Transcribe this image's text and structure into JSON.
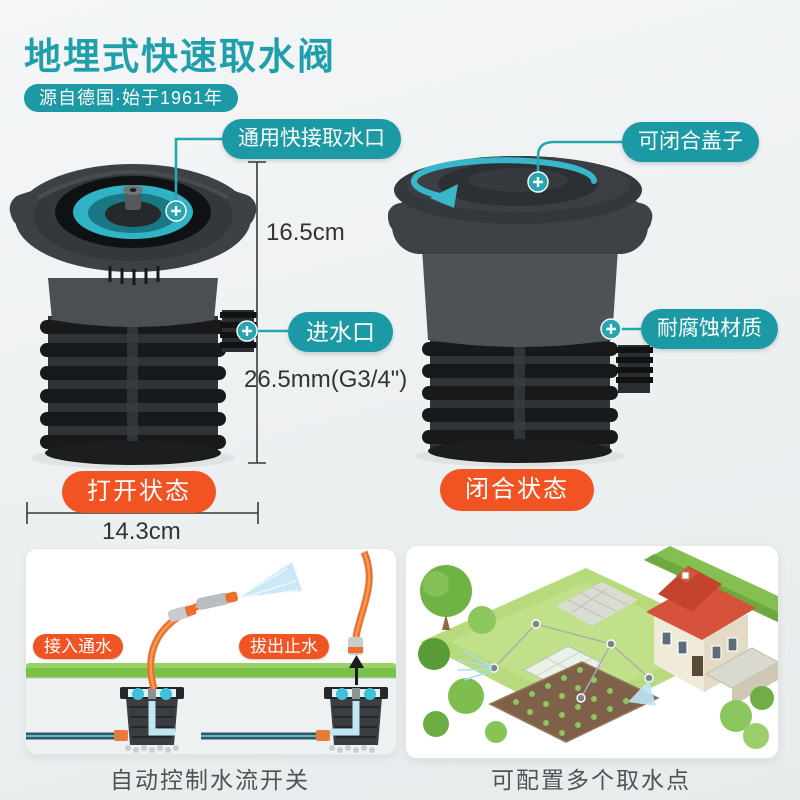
{
  "header": {
    "title": "地埋式快速取水阀",
    "badge": "源自德国·始于1961年"
  },
  "colors": {
    "teal": "#1f9fa9",
    "teal_deep": "#1b99a4",
    "cyan": "#38b7c9",
    "orange": "#f25322",
    "ink": "#333333",
    "caption": "#4f5355",
    "dimline": "#3a3a3a",
    "bg_top": "#f4f6f7",
    "bg_bottom": "#e7ebec"
  },
  "left_product": {
    "callout_outlet": "通用快接取水口",
    "callout_inlet": "进水口",
    "state_label": "打开状态",
    "dim_height": "16.5cm",
    "dim_inlet": "26.5mm(G3/4\")",
    "dim_width": "14.3cm"
  },
  "right_product": {
    "callout_lid": "可闭合盖子",
    "callout_material": "耐腐蚀材质",
    "state_label": "闭合状态"
  },
  "usage_panel": {
    "label_connect": "接入通水",
    "label_pull": "拔出止水",
    "caption": "自动控制水流开关"
  },
  "garden_panel": {
    "caption": "可配置多个取水点"
  }
}
